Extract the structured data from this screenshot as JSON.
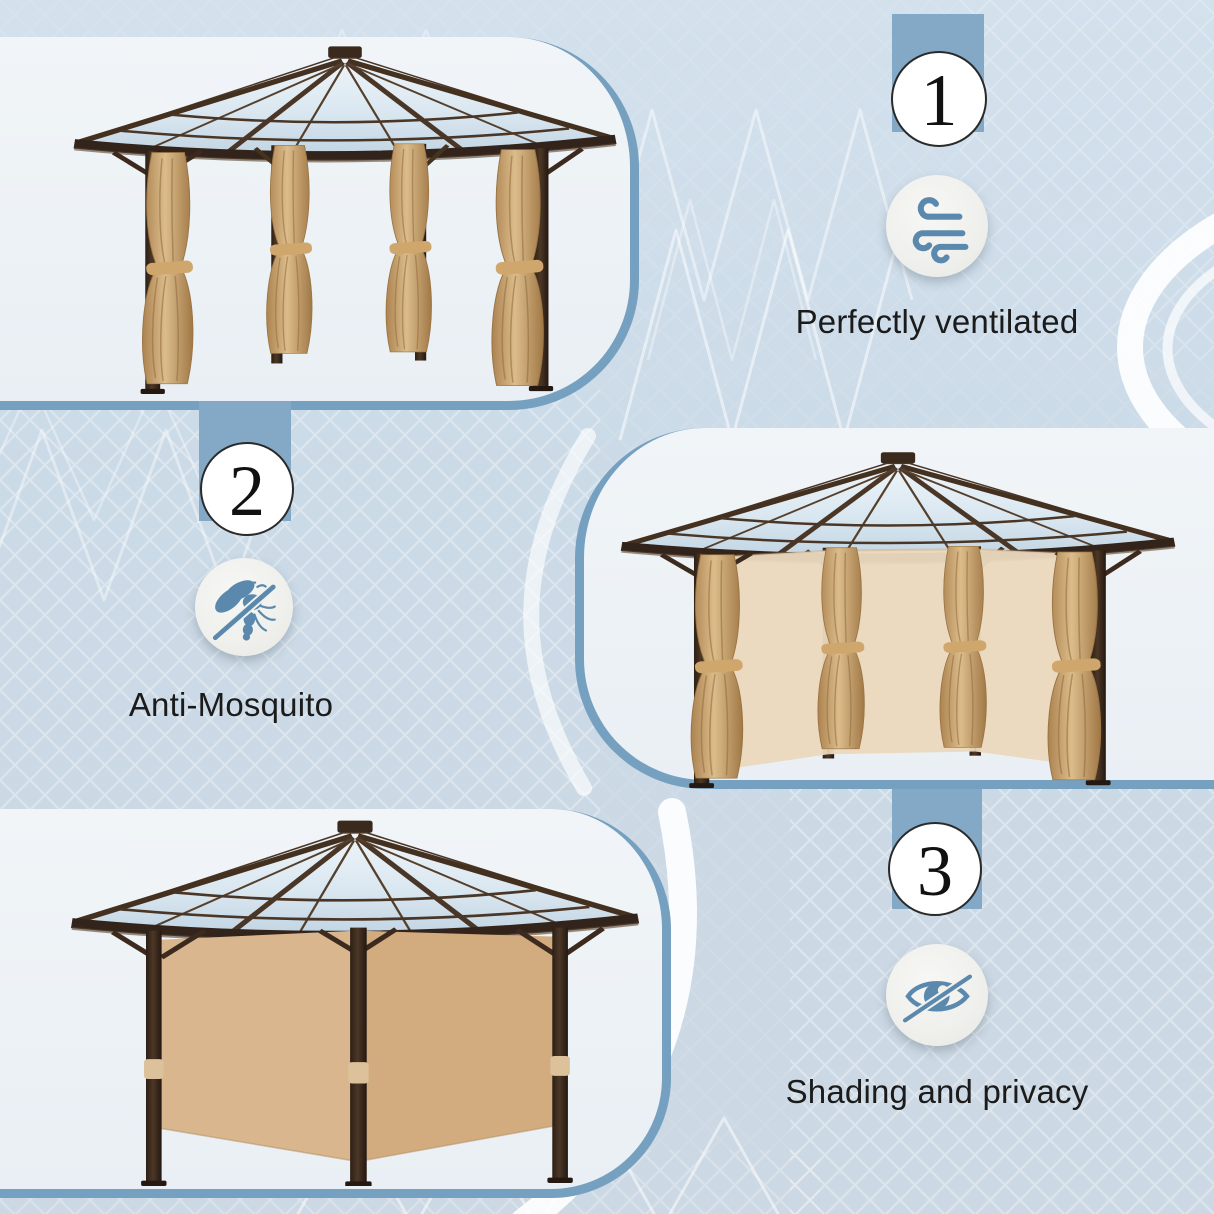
{
  "page": {
    "background_color": "#cddbe7",
    "accent_blue": "#7aa2c2",
    "ribbon_blue": "#83a9c6",
    "icon_blue": "#5b89ae",
    "text_color": "#1b1b1b",
    "capsule_fill": "#edf2f6",
    "curtain_tan": "#c9a679",
    "wall_tan": "#d8b58c"
  },
  "features": [
    {
      "number": "1",
      "label": "Perfectly ventilated",
      "icon": "wind-icon"
    },
    {
      "number": "2",
      "label": "Anti-Mosquito",
      "icon": "no-mosquito-icon"
    },
    {
      "number": "3",
      "label": "Shading and privacy",
      "icon": "eye-slash-icon"
    }
  ],
  "images": [
    {
      "name": "gazebo-open-curtains"
    },
    {
      "name": "gazebo-mesh-netting"
    },
    {
      "name": "gazebo-privacy-walls"
    }
  ]
}
